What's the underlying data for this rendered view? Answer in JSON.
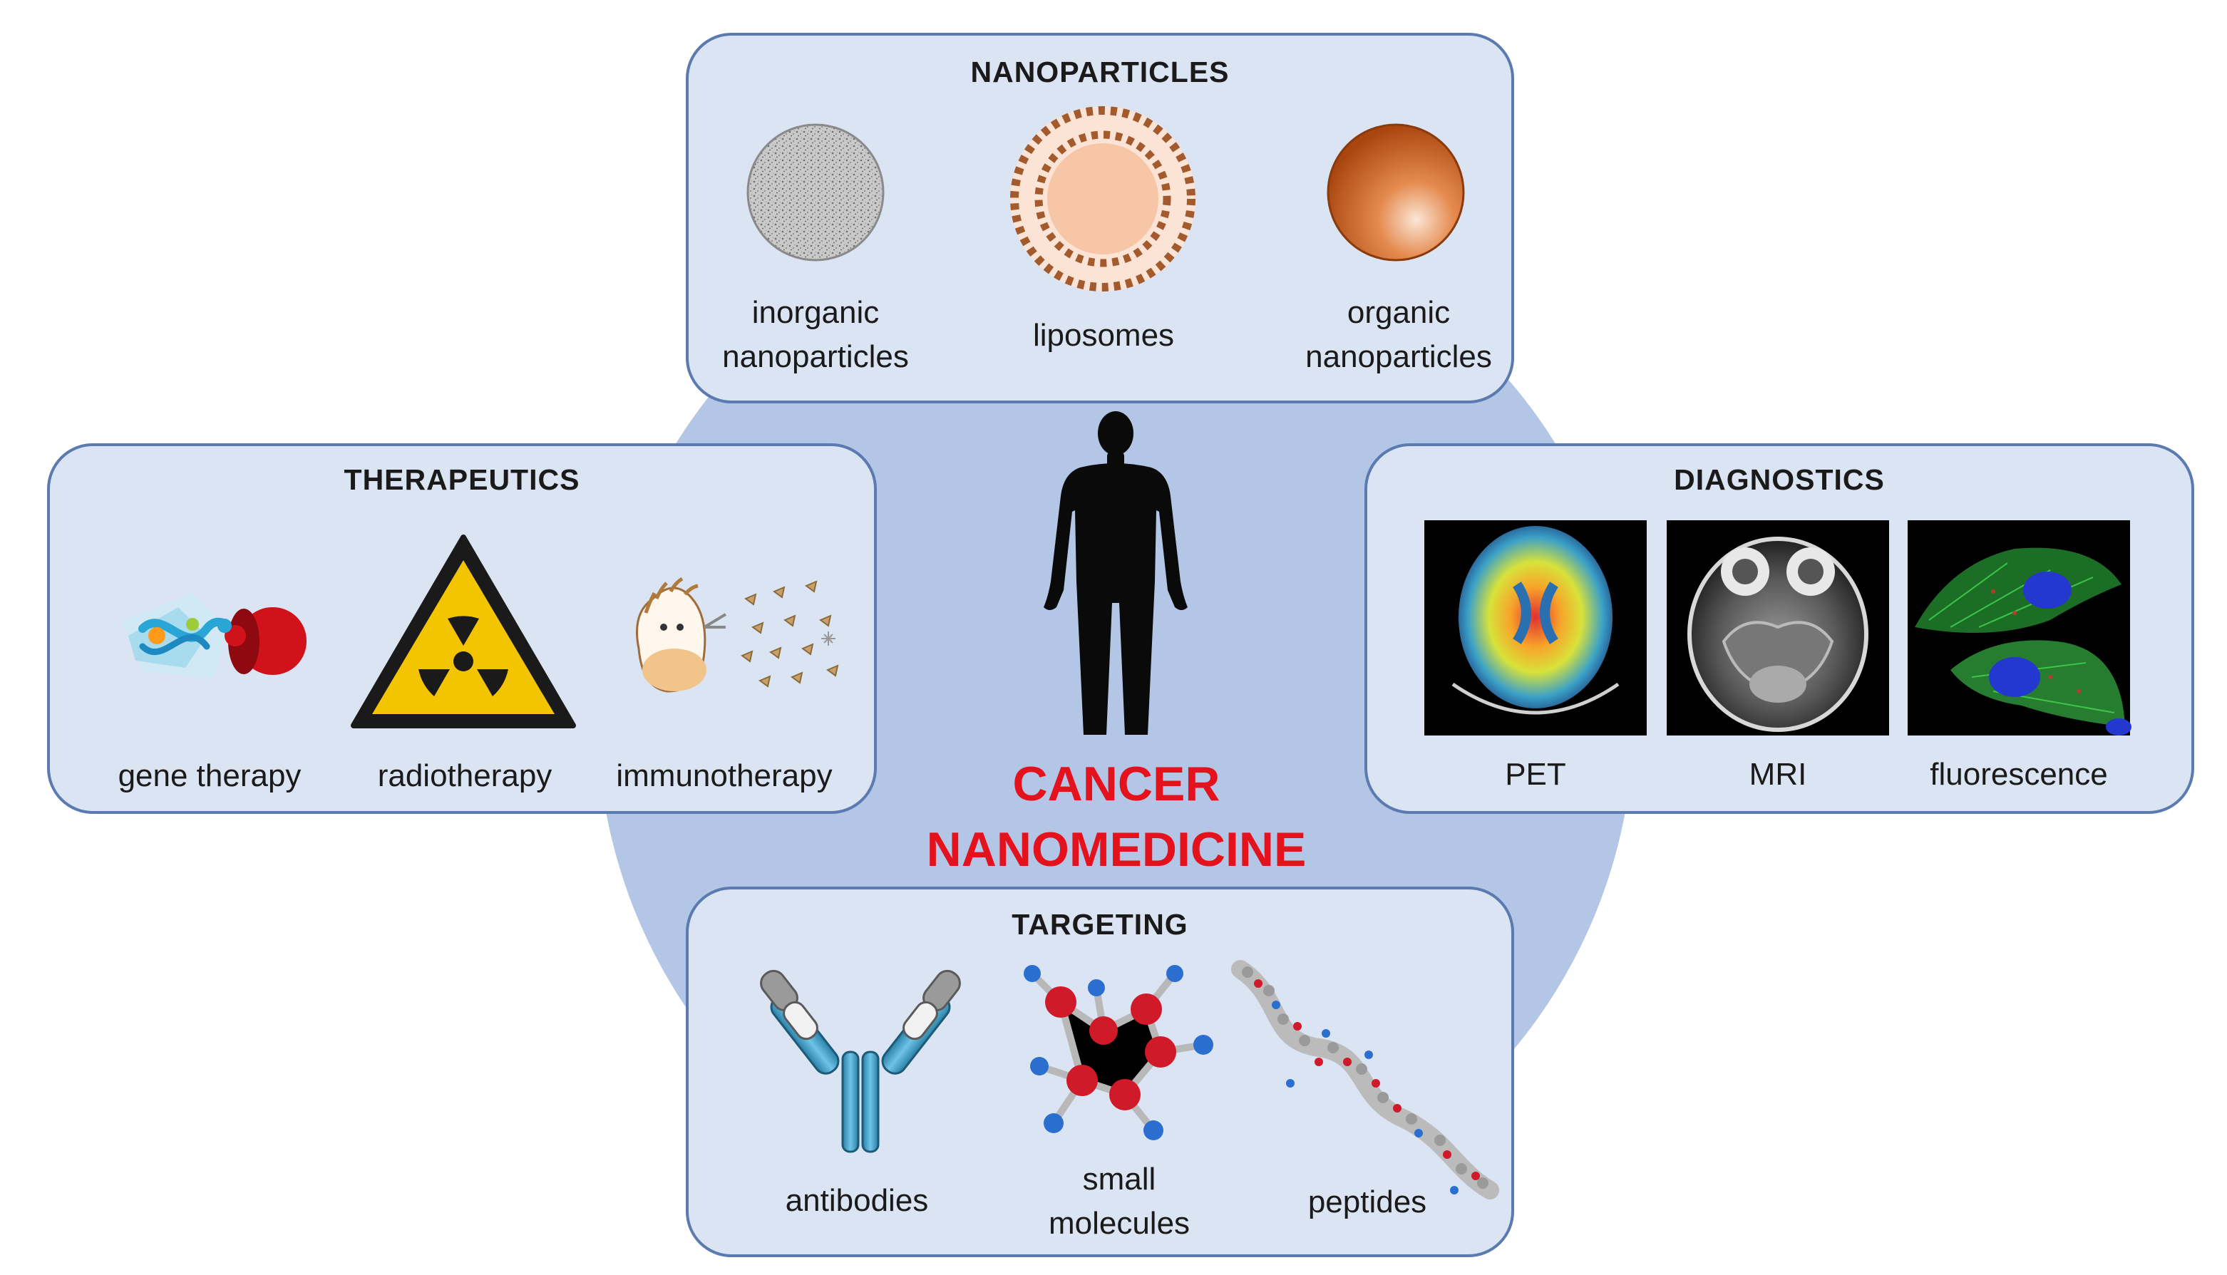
{
  "center": {
    "line1": "CANCER",
    "line2": "NANOMEDICINE"
  },
  "nanoparticles": {
    "title": "NANOPARTICLES",
    "items": [
      {
        "line1": "inorganic",
        "line2": "nanoparticles"
      },
      {
        "line1": "liposomes"
      },
      {
        "line1": "organic",
        "line2": "nanoparticles"
      }
    ]
  },
  "therapeutics": {
    "title": "THERAPEUTICS",
    "items": [
      {
        "line1": "gene therapy"
      },
      {
        "line1": "radiotherapy"
      },
      {
        "line1": "immunotherapy"
      }
    ]
  },
  "diagnostics": {
    "title": "DIAGNOSTICS",
    "items": [
      {
        "line1": "PET"
      },
      {
        "line1": "MRI"
      },
      {
        "line1": "fluorescence"
      }
    ]
  },
  "targeting": {
    "title": "TARGETING",
    "items": [
      {
        "line1": "antibodies"
      },
      {
        "line1": "small",
        "line2": "molecules"
      },
      {
        "line1": "peptides"
      }
    ]
  },
  "colors": {
    "hub": "#b3c6e6",
    "panel_fill": "#dbe4f3",
    "panel_border": "#5a7ab0",
    "title_red": "#e3121d"
  },
  "icons": [
    "nanoparticle-inorganic-icon",
    "liposome-icon",
    "nanoparticle-organic-icon",
    "gene-therapy-icon",
    "radiation-warning-icon",
    "immune-cell-icon",
    "pet-scan-image",
    "mri-scan-image",
    "fluorescence-image",
    "antibody-icon",
    "small-molecule-icon",
    "peptide-icon",
    "human-silhouette-icon"
  ]
}
